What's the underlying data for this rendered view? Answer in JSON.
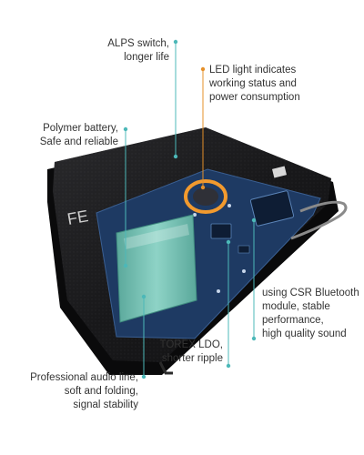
{
  "colors": {
    "leader_teal": "#4cb8b8",
    "leader_orange": "#e5902a",
    "device_body": "#1d1d1f",
    "pcb": "#1e3a63",
    "battery": "#6cbcae",
    "led_ring": "#f29a2e"
  },
  "device": {
    "logo_text": "FE"
  },
  "callouts": {
    "alps": {
      "lines": [
        "ALPS switch,",
        "longer life"
      ]
    },
    "led": {
      "lines": [
        "LED light indicates",
        "working status and",
        "power consumption"
      ]
    },
    "battery": {
      "lines": [
        "Polymer battery,",
        "Safe and reliable"
      ]
    },
    "csr": {
      "lines": [
        "using CSR Bluetooth",
        "module, stable",
        "performance,",
        "high quality sound"
      ]
    },
    "torex": {
      "lines": [
        "TOREX LDO,",
        "shorter ripple"
      ]
    },
    "audio": {
      "lines": [
        "Professional audio line,",
        "soft and folding,",
        "signal stability"
      ]
    }
  }
}
